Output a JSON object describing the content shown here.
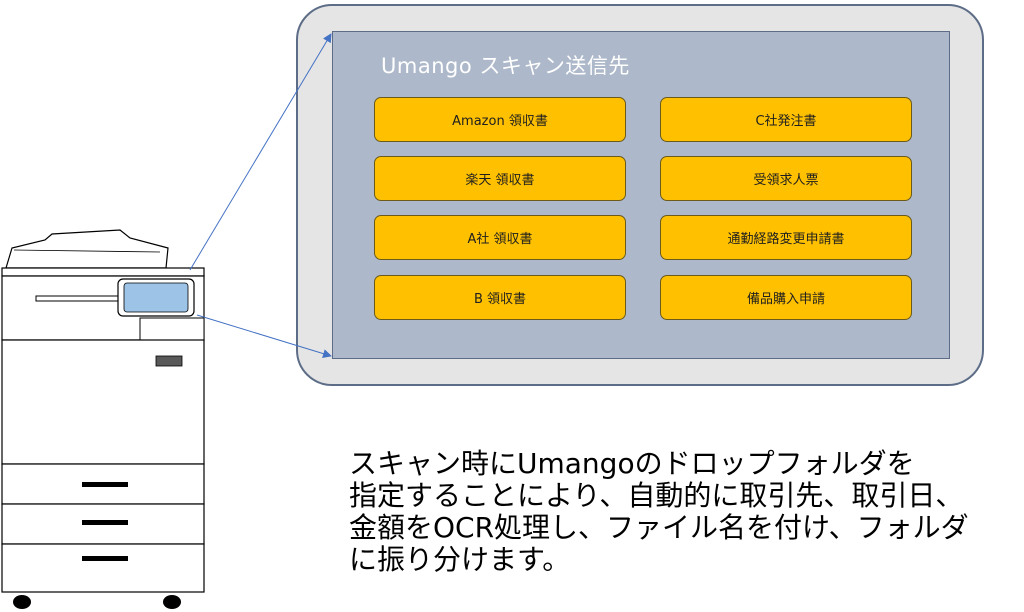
{
  "panel": {
    "title": "Umango スキャン送信先",
    "buttons": [
      {
        "label": "Amazon 領収書"
      },
      {
        "label": "C社発注書"
      },
      {
        "label": "楽天 領収書"
      },
      {
        "label": "受領求人票"
      },
      {
        "label": "A社 領収書"
      },
      {
        "label": "通勤経路変更申請書"
      },
      {
        "label": "B 領収書"
      },
      {
        "label": "備品購入申請"
      }
    ]
  },
  "caption": {
    "lines": [
      "スキャン時にUmangoのドロップフォルダを",
      "指定することにより、自動的に取引先、取引日、",
      "金額をOCR処理し、ファイル名を付け、フォルダ",
      "に振り分けます。"
    ]
  },
  "colors": {
    "button_fill": "#ffc000",
    "panel_fill": "#adb9ca",
    "frame_fill": "#e5e5e5",
    "callout_line": "#4472c4",
    "copier_screen": "#9dc3e6"
  }
}
